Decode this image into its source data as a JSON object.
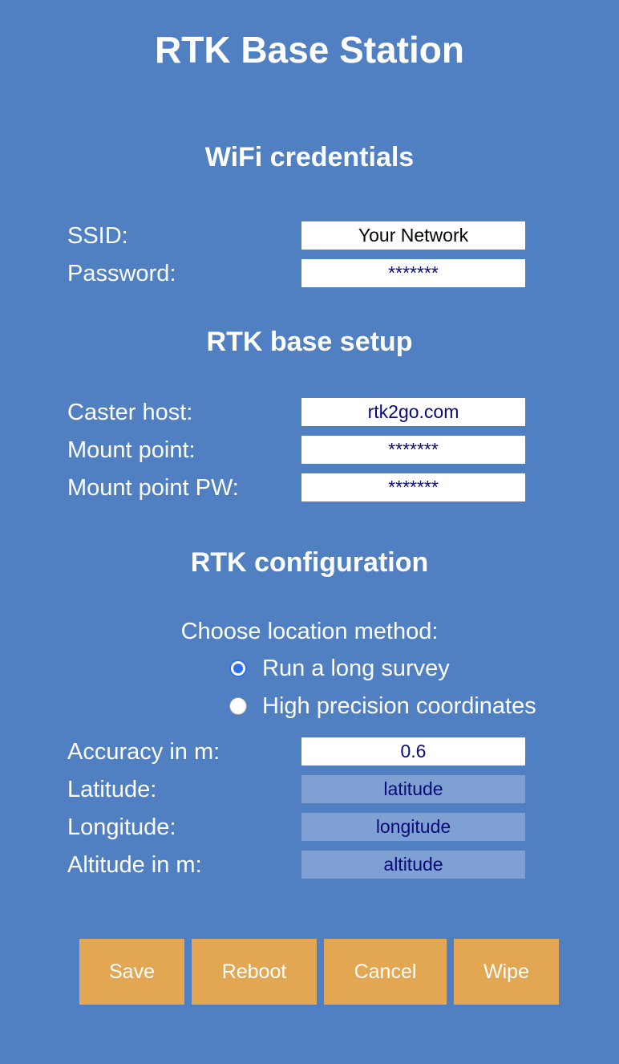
{
  "page": {
    "title": "RTK Base Station"
  },
  "wifi": {
    "heading": "WiFi credentials",
    "ssid_label": "SSID:",
    "ssid_value": "Your Network",
    "password_label": "Password:",
    "password_value": "*******"
  },
  "base": {
    "heading": "RTK base setup",
    "caster_label": "Caster host:",
    "caster_value": "rtk2go.com",
    "mount_label": "Mount point:",
    "mount_value": "*******",
    "mount_pw_label": "Mount point PW:",
    "mount_pw_value": "*******"
  },
  "config": {
    "heading": "RTK configuration",
    "method_label": "Choose location method:",
    "option_survey": "Run a long survey",
    "option_survey_selected": true,
    "option_coords": "High precision coordinates",
    "option_coords_selected": false,
    "accuracy_label": "Accuracy in m:",
    "accuracy_value": "0.6",
    "latitude_label": "Latitude:",
    "latitude_placeholder": "latitude",
    "longitude_label": "Longitude:",
    "longitude_placeholder": "longitude",
    "altitude_label": "Altitude in m:",
    "altitude_placeholder": "altitude"
  },
  "buttons": {
    "save": "Save",
    "reboot": "Reboot",
    "cancel": "Cancel",
    "wipe": "Wipe"
  },
  "colors": {
    "background": "#5080c2",
    "button": "#e3a652",
    "disabled_field": "#7ea0d3",
    "field_text": "#0a0a78",
    "radio_accent": "#2f6fe6"
  }
}
